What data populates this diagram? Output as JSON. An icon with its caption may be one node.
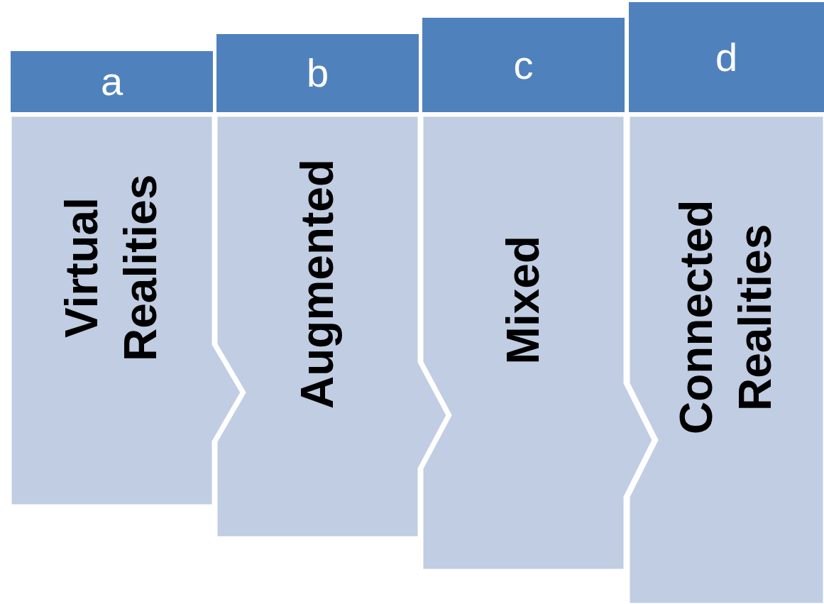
{
  "diagram": {
    "nodes": [
      {
        "text": [
          "a"
        ]
      },
      {
        "text": [
          "Virtual Realities"
        ]
      },
      {
        "text": [
          "b"
        ]
      },
      {
        "text": [
          "Augmented"
        ]
      },
      {
        "text": [
          "c"
        ]
      },
      {
        "text": [
          "Mixed"
        ]
      },
      {
        "text": [
          "d"
        ]
      },
      {
        "text": [
          "Connected Realities"
        ]
      }
    ]
  }
}
